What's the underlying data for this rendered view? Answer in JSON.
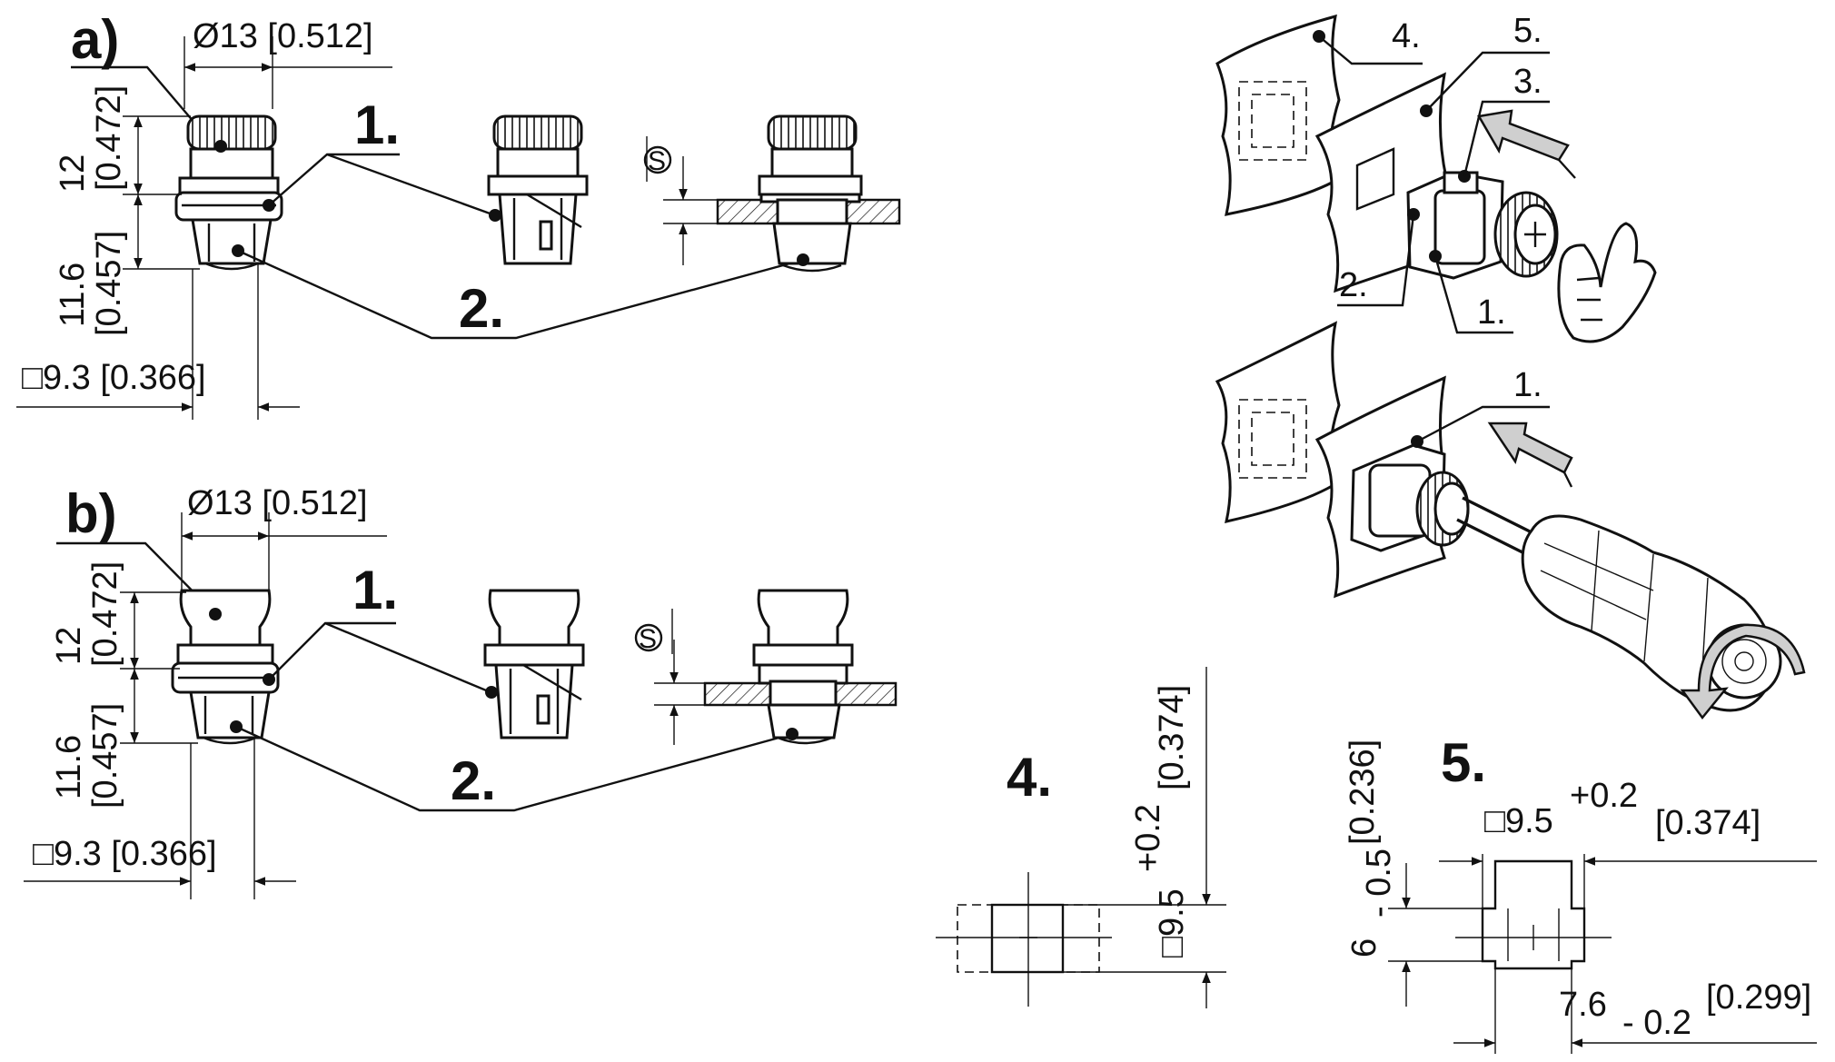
{
  "figure_a": {
    "label": "a)",
    "diameter": "Ø13 [0.512]",
    "height_top": "12",
    "height_top_in": "[0.472]",
    "height_bottom": "11.6",
    "height_bottom_in": "[0.457]",
    "square": "□9.3 [0.366]",
    "callout_1": "1.",
    "callout_2": "2.",
    "thickness_symbol": "S"
  },
  "figure_b": {
    "label": "b)",
    "diameter": "Ø13 [0.512]",
    "height_top": "12",
    "height_top_in": "[0.472]",
    "height_bottom": "11.6",
    "height_bottom_in": "[0.457]",
    "square": "□9.3 [0.366]",
    "callout_1": "1.",
    "callout_2": "2.",
    "thickness_symbol": "S"
  },
  "assembly": {
    "callout_1": "1.",
    "callout_2": "2.",
    "callout_3": "3.",
    "callout_4": "4.",
    "callout_5": "5.",
    "removal_callout": "1."
  },
  "cutout_4": {
    "label": "4.",
    "size": "□9.5",
    "tolerance": "+0.2",
    "size_in": "[0.374]"
  },
  "cutout_5": {
    "label": "5.",
    "size": "□9.5",
    "tolerance": "+0.2",
    "size_in": "[0.374]",
    "depth": "6",
    "depth_tol": "- 0.5",
    "depth_in": "[0.236]",
    "width": "7.6",
    "width_tol": "- 0.2",
    "width_in": "[0.299]"
  }
}
